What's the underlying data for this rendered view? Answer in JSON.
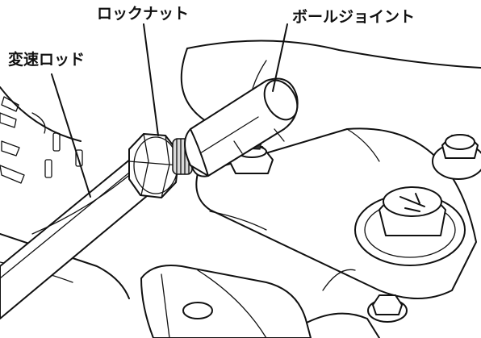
{
  "labels": {
    "shift_rod": "変速ロッド",
    "lock_nut": "ロックナット",
    "ball_joint": "ボールジョイント"
  },
  "colors": {
    "background": "#ffffff",
    "ink": "#111111"
  }
}
